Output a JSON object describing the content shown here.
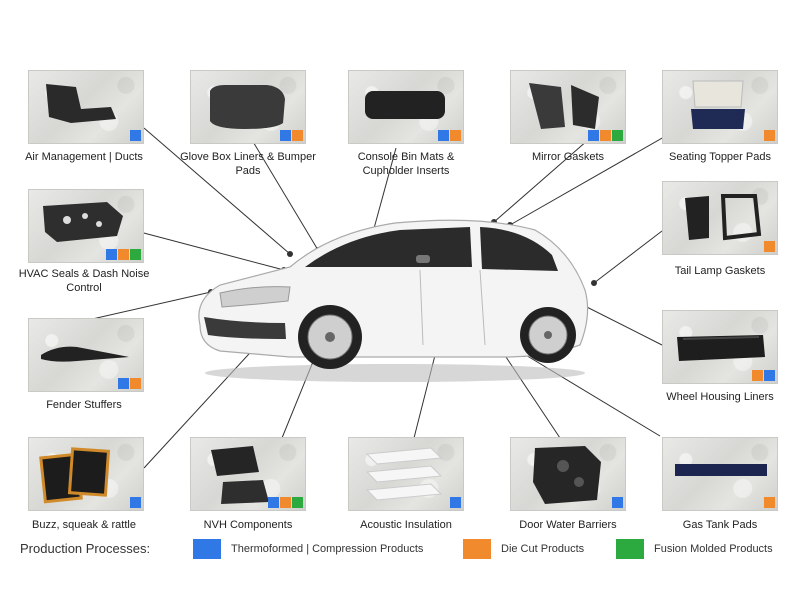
{
  "colors": {
    "thermoformed": "#2f78e6",
    "die_cut": "#f08a2c",
    "fusion": "#2daa3f"
  },
  "parts": [
    {
      "id": "air-management",
      "label": "Air Management | Ducts",
      "badges": [
        "thermoformed"
      ]
    },
    {
      "id": "glove-box",
      "label": "Glove Box Liners & Bumper Pads",
      "badges": [
        "thermoformed",
        "die_cut"
      ]
    },
    {
      "id": "console-bin",
      "label": "Console Bin Mats & Cupholder Inserts",
      "badges": [
        "thermoformed",
        "die_cut"
      ]
    },
    {
      "id": "mirror-gaskets",
      "label": "Mirror Gaskets",
      "badges": [
        "thermoformed",
        "die_cut",
        "fusion"
      ]
    },
    {
      "id": "seating-topper",
      "label": "Seating Topper Pads",
      "badges": [
        "die_cut"
      ]
    },
    {
      "id": "hvac-seals",
      "label": "HVAC Seals & Dash Noise Control",
      "badges": [
        "thermoformed",
        "die_cut",
        "fusion"
      ]
    },
    {
      "id": "tail-lamp",
      "label": "Tail Lamp Gaskets",
      "badges": [
        "die_cut"
      ]
    },
    {
      "id": "fender-stuffers",
      "label": "Fender Stuffers",
      "badges": [
        "thermoformed",
        "die_cut"
      ]
    },
    {
      "id": "wheel-housing",
      "label": "Wheel Housing Liners",
      "badges": [
        "die_cut",
        "thermoformed"
      ]
    },
    {
      "id": "buzz-squeak",
      "label": "Buzz, squeak & rattle",
      "badges": [
        "thermoformed"
      ]
    },
    {
      "id": "nvh-components",
      "label": "NVH Components",
      "badges": [
        "thermoformed",
        "die_cut",
        "fusion"
      ]
    },
    {
      "id": "acoustic-insulation",
      "label": "Acoustic Insulation",
      "badges": [
        "thermoformed"
      ]
    },
    {
      "id": "door-water",
      "label": "Door Water Barriers",
      "badges": [
        "thermoformed"
      ]
    },
    {
      "id": "gas-tank",
      "label": "Gas Tank Pads",
      "badges": [
        "die_cut"
      ]
    }
  ],
  "legend": {
    "title": "Production Processes:",
    "items": [
      {
        "key": "thermoformed",
        "label": "Thermoformed | Compression Products"
      },
      {
        "key": "die_cut",
        "label": "Die Cut Products"
      },
      {
        "key": "fusion",
        "label": "Fusion Molded Products"
      }
    ]
  }
}
